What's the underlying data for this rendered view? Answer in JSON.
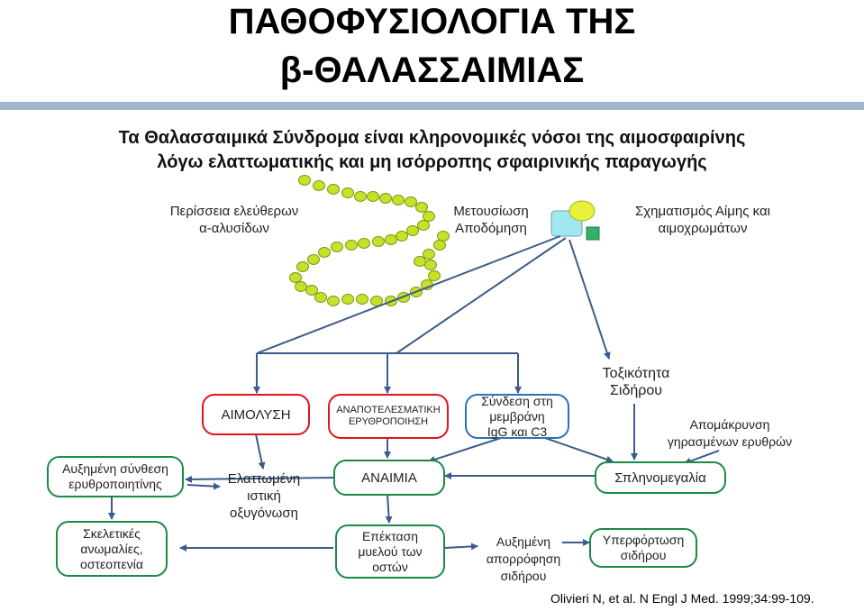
{
  "title_line1": "ΠΑΘΟΦΥΣΙΟΛΟΓΙΑ ΤΗΣ",
  "title_line2": "β-ΘΑΛΑΣΣΑΙΜΙΑΣ",
  "subtitle_line1": "Τα Θαλασσαιμικά Σύνδρομα είναι κληρονομικές νόσοι της αιμοσφαιρίνης",
  "subtitle_line2": "λόγω ελαττωματικής και μη ισόρροπης σφαιρινικής παραγωγής",
  "top_labels": {
    "excess_line1": "Περίσσεια ελεύθερων",
    "excess_line2": "α-αλυσίδων",
    "meta_line1": "Μετουσίωση",
    "meta_line2": "Αποδόμηση",
    "heme_line1": "Σχηματισμός Αίμης και",
    "heme_line2": "αιμοχρωμάτων"
  },
  "mid_boxes": {
    "hemolysis": "ΑΙΜΟΛΥΣΗ",
    "ineffective_line1": "ΑΝΑΠΟΤΕΛΕΣΜΑΤΙΚΗ",
    "ineffective_line2": "ΕΡΥΘΡΟΠΟΙΗΣΗ",
    "binding_line1": "Σύνδεση στη",
    "binding_line2": "μεμβράνη",
    "binding_line3": "IgG και C3"
  },
  "iron_toxicity_line1": "Τοξικότητα",
  "iron_toxicity_line2": "Σιδήρου",
  "removal_line1": "Απομάκρυνση",
  "removal_line2": "γηρασμένων ερυθρών",
  "lower_boxes": {
    "epo_line1": "Αυξημένη σύνθεση",
    "epo_line2": "ερυθροποιητίνης",
    "skeletal_line1": "Σκελετικές",
    "skeletal_line2": "ανωμαλίες,",
    "skeletal_line3": "οστεοπενία",
    "oxygen_line1": "Ελαττωμένη",
    "oxygen_line2": "ιστική",
    "oxygen_line3": "οξυγόνωση",
    "anemia": "ΑΝΑΙΜΙΑ",
    "marrow_line1": "Επέκταση",
    "marrow_line2": "μυελού των",
    "marrow_line3": "οστών",
    "absorption_line1": "Αυξημένη",
    "absorption_line2": "απορρόφηση",
    "absorption_line3": "σιδήρου",
    "splenomegaly": "Σπληνομεγαλία",
    "overload_line1": "Υπερφόρτωση",
    "overload_line2": "σιδήρου"
  },
  "citation": "Olivieri N, et al. N Engl J Med. 1999;34:99-109.",
  "colors": {
    "hemolysis_border": "#e0141b",
    "green_border": "#1c8a46",
    "blue_border": "#2f6fb8",
    "arrow": "#3b5c8c",
    "globin_bead": "#c8e02a",
    "title_rule": "#9db7cc"
  }
}
